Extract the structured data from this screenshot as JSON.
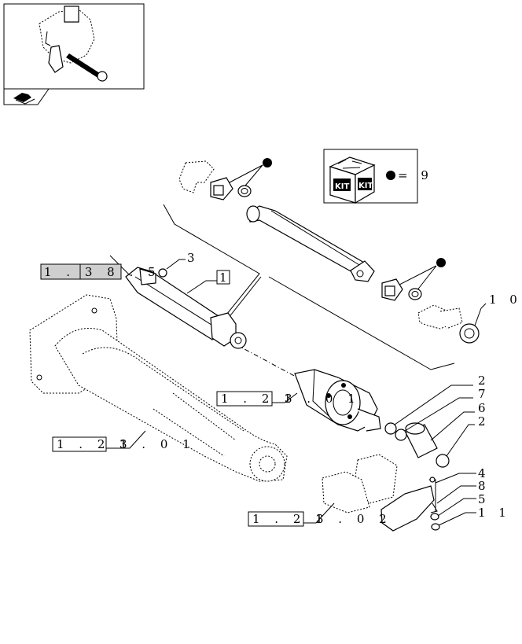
{
  "diagram": {
    "kit_legend": {
      "equals": "= 9",
      "kit_word_left": "KIT",
      "kit_word_right": "KIT"
    },
    "callouts": [
      {
        "id": "c-3",
        "text": "3"
      },
      {
        "id": "c-1",
        "text": "1"
      },
      {
        "id": "c-10",
        "text": "1 0"
      },
      {
        "id": "c-2a",
        "text": "2"
      },
      {
        "id": "c-7",
        "text": "7"
      },
      {
        "id": "c-6",
        "text": "6"
      },
      {
        "id": "c-2b",
        "text": "2"
      },
      {
        "id": "c-4",
        "text": "4"
      },
      {
        "id": "c-8",
        "text": "8"
      },
      {
        "id": "c-5",
        "text": "5"
      },
      {
        "id": "c-11",
        "text": "1 1"
      }
    ],
    "refs": {
      "r_1_38_5": "1 . 3 8 . 5",
      "r_1_21_3_01_a": "1 . 2 1",
      "r_1_21_3_01_a_tail": "3 . 0 1",
      "r_1_21_3_01_b": "1 . 2 1",
      "r_1_21_3_01_b_tail": "3 . 0 1",
      "r_1_21_3_02": "1 . 2 1",
      "r_1_21_3_02_tail": "3 . 0 2"
    }
  }
}
